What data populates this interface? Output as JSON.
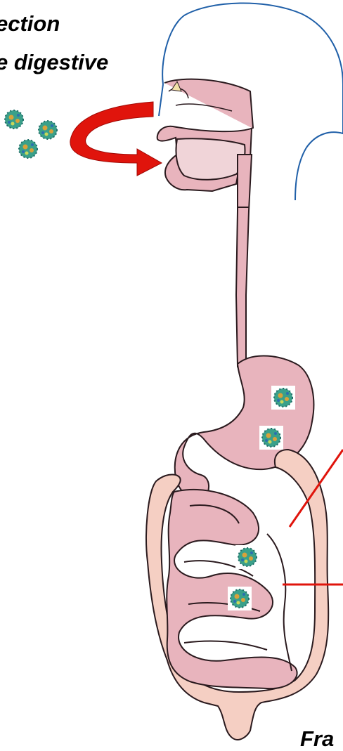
{
  "captions": {
    "line1": "ection",
    "line2": "e digestive",
    "bottom": "Fra"
  },
  "colors": {
    "organ_fill": "#e8b4bd",
    "organ_stroke": "#2a1a1e",
    "colon_fill": "#f5cfc3",
    "arrow_red": "#e0140c",
    "head_outline": "#1f5fa8",
    "pointer_line": "#e0140c",
    "virus_green": "#3aa08a",
    "virus_core": "#d8a23a"
  },
  "icons": {
    "virus": "virus-particle-icon",
    "arrow": "curved-arrow-icon"
  }
}
